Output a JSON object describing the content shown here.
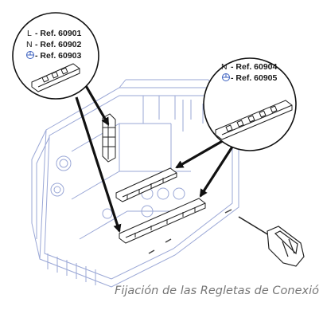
{
  "callouts": [
    {
      "id": "left",
      "rows": [
        {
          "code": "L",
          "code_icon": "",
          "ref": "- Ref. 60901"
        },
        {
          "code": "N",
          "code_icon": "",
          "ref": "- Ref. 60902"
        },
        {
          "code": "",
          "code_icon": "earth-ground-icon",
          "ref": "- Ref. 60903"
        }
      ]
    },
    {
      "id": "right",
      "rows": [
        {
          "code": "N",
          "code_icon": "",
          "ref": "- Ref. 60904"
        },
        {
          "code": "",
          "code_icon": "earth-ground-icon",
          "ref": "- Ref. 60905"
        }
      ]
    }
  ],
  "caption": "Fijación de las Regletas de Conexió",
  "colors": {
    "enclosure_line": "#9aa7d6",
    "component_line": "#222222",
    "arrow": "#111111",
    "ground_icon": "#3a5fbf",
    "caption": "#777777"
  }
}
